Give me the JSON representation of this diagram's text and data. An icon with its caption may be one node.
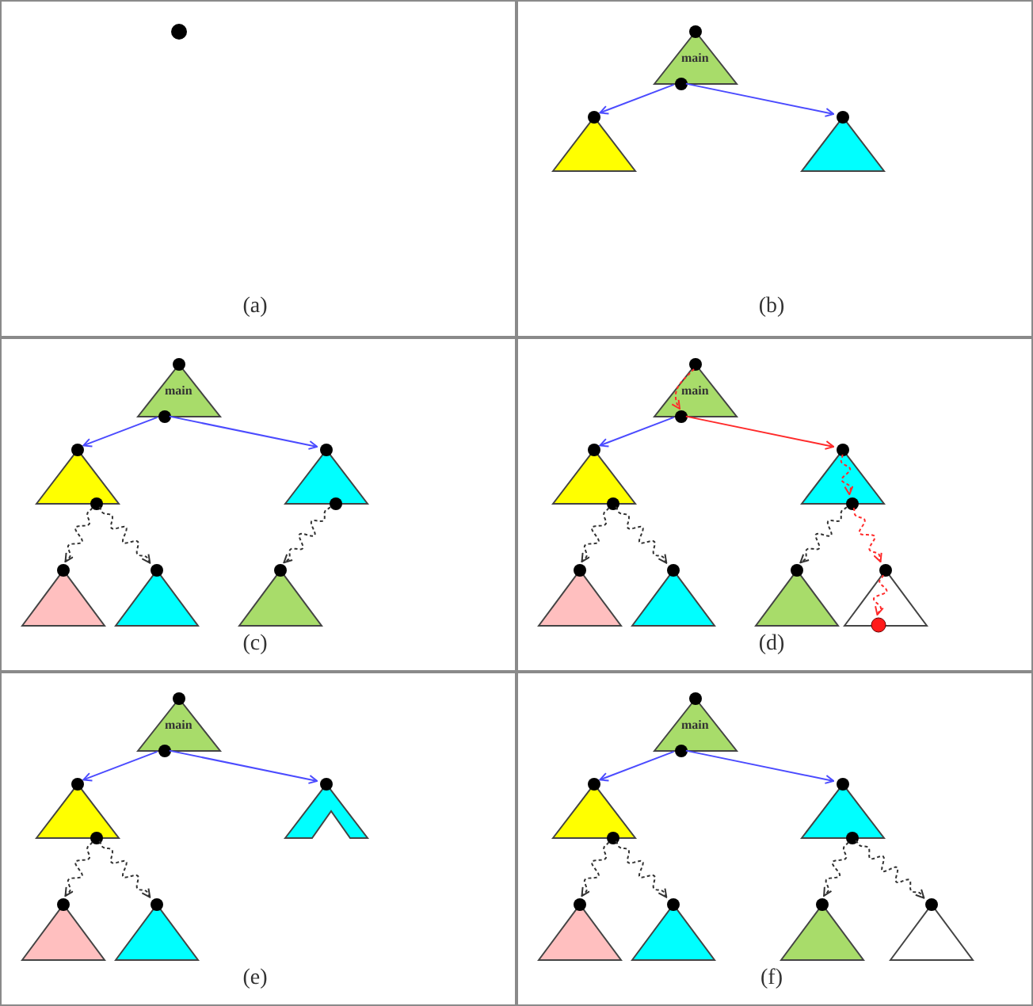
{
  "diagram": {
    "nodes": [
      {
        "text": [
          "(a)"
        ]
      },
      {
        "text": [],
        "shape": "circle",
        "in": 0
      },
      {
        "text": [
          "(b)"
        ]
      },
      {
        "text": [
          "main"
        ],
        "in": 2
      },
      {
        "text": [],
        "shape": "triangle",
        "in": 2
      },
      {
        "text": [],
        "shape": "triangle",
        "in": 2
      },
      {
        "text": [
          "(c)"
        ]
      },
      {
        "text": [
          "main"
        ],
        "in": 6
      },
      {
        "text": [],
        "shape": "triangle",
        "in": 6
      },
      {
        "text": [],
        "shape": "triangle",
        "in": 6
      },
      {
        "text": [],
        "shape": "triangle",
        "in": 6
      },
      {
        "text": [],
        "shape": "triangle",
        "in": 6
      },
      {
        "text": [],
        "shape": "triangle",
        "in": 6
      },
      {
        "text": [
          "(d)"
        ]
      },
      {
        "text": [
          "main"
        ],
        "in": 13
      },
      {
        "text": [],
        "shape": "triangle",
        "in": 13
      },
      {
        "text": [],
        "shape": "triangle",
        "in": 13
      },
      {
        "text": [],
        "shape": "triangle",
        "in": 13
      },
      {
        "text": [],
        "shape": "triangle",
        "in": 13
      },
      {
        "text": [],
        "shape": "triangle",
        "in": 13
      },
      {
        "text": [],
        "shape": "triangle",
        "in": 13
      },
      {
        "text": [],
        "shape": "circle",
        "in": 20
      },
      {
        "text": [
          "(e)"
        ]
      },
      {
        "text": [
          "main"
        ],
        "in": 22
      },
      {
        "text": [],
        "shape": "triangle",
        "in": 22
      },
      {
        "text": [],
        "shape": "chevron",
        "in": 22
      },
      {
        "text": [],
        "shape": "triangle",
        "in": 22
      },
      {
        "text": [],
        "shape": "triangle",
        "in": 22
      },
      {
        "text": [
          "(f)"
        ]
      },
      {
        "text": [
          "main"
        ],
        "in": 28
      },
      {
        "text": [],
        "shape": "triangle",
        "in": 28
      },
      {
        "text": [],
        "shape": "triangle",
        "in": 28
      },
      {
        "text": [],
        "shape": "triangle",
        "in": 28
      },
      {
        "text": [],
        "shape": "triangle",
        "in": 28
      },
      {
        "text": [],
        "shape": "triangle",
        "in": 28
      },
      {
        "text": [],
        "shape": "triangle",
        "in": 28
      }
    ],
    "edges": [
      {
        "from": 3,
        "to": 4,
        "arrow": "to",
        "color": "#4b4bff"
      },
      {
        "from": 3,
        "to": 5,
        "arrow": "to",
        "color": "#4b4bff"
      },
      {
        "from": 7,
        "to": 8,
        "arrow": "to",
        "color": "#4b4bff"
      },
      {
        "from": 7,
        "to": 9,
        "arrow": "to",
        "color": "#4b4bff"
      },
      {
        "from": 8,
        "to": 10,
        "arrow": "to",
        "style": "dashed"
      },
      {
        "from": 8,
        "to": 11,
        "arrow": "to",
        "style": "dashed"
      },
      {
        "from": 9,
        "to": 12,
        "arrow": "to",
        "style": "dashed"
      },
      {
        "from": 14,
        "to": 15,
        "arrow": "to",
        "color": "#4b4bff"
      },
      {
        "from": 14,
        "to": 16,
        "arrow": "to",
        "color": "#ff2a2a"
      },
      {
        "from": 15,
        "to": 17,
        "arrow": "to",
        "style": "dashed"
      },
      {
        "from": 15,
        "to": 18,
        "arrow": "to",
        "style": "dashed"
      },
      {
        "from": 16,
        "to": 19,
        "arrow": "to",
        "style": "dashed"
      },
      {
        "from": 16,
        "to": 20,
        "arrow": "to",
        "style": "dashed",
        "color": "#ff2a2a"
      },
      {
        "from": 20,
        "to": 21,
        "arrow": "to",
        "style": "dashed",
        "color": "#ff2a2a"
      },
      {
        "from": 23,
        "to": 24,
        "arrow": "to",
        "color": "#4b4bff"
      },
      {
        "from": 23,
        "to": 25,
        "arrow": "to",
        "color": "#4b4bff"
      },
      {
        "from": 24,
        "to": 26,
        "arrow": "to",
        "style": "dashed"
      },
      {
        "from": 24,
        "to": 27,
        "arrow": "to",
        "style": "dashed"
      },
      {
        "from": 29,
        "to": 30,
        "arrow": "to",
        "color": "#4b4bff"
      },
      {
        "from": 29,
        "to": 31,
        "arrow": "to",
        "color": "#4b4bff"
      },
      {
        "from": 30,
        "to": 32,
        "arrow": "to",
        "style": "dashed"
      },
      {
        "from": 30,
        "to": 33,
        "arrow": "to",
        "style": "dashed"
      },
      {
        "from": 31,
        "to": 34,
        "arrow": "to",
        "style": "dashed"
      },
      {
        "from": 31,
        "to": 35,
        "arrow": "to",
        "style": "dashed"
      }
    ]
  }
}
